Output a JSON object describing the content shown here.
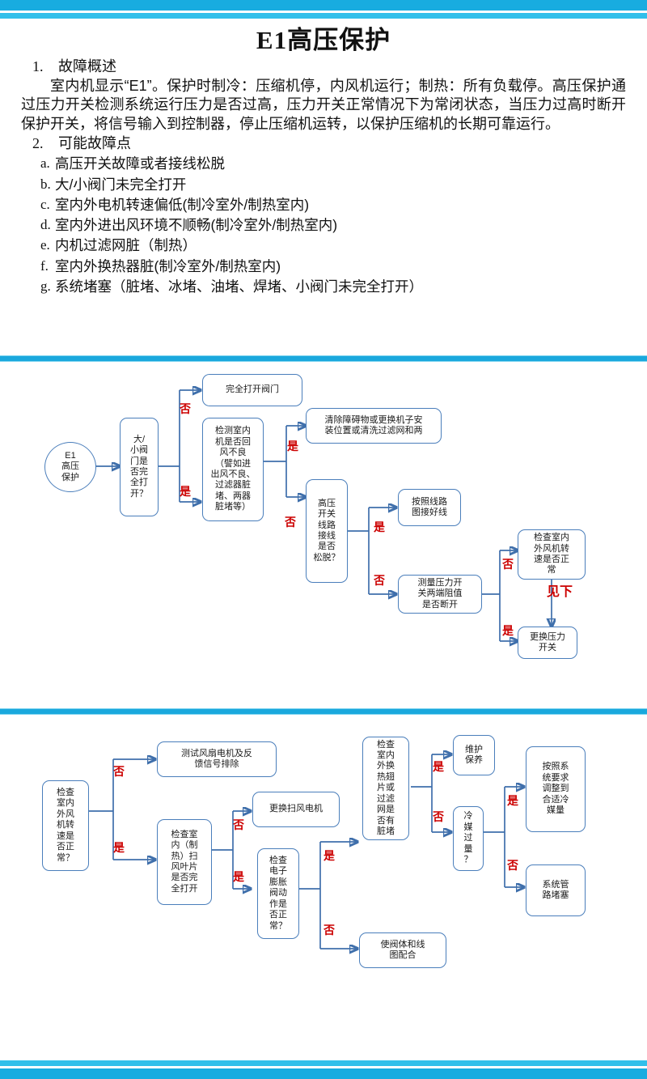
{
  "document": {
    "title": "E1高压保护",
    "accent_bar_color": "#18ace0",
    "accent_bar_light_color": "#31bfea",
    "node_border_color": "#4a7ebb",
    "branch_label_color": "#cc0000"
  },
  "sections": [
    {
      "number": "1.",
      "heading": "故障概述"
    },
    {
      "number": "2.",
      "heading": "可能故障点"
    }
  ],
  "overview_paragraph": "室内机显示“E1”。保护时制冷：压缩机停，内风机运行；制热：所有负载停。高压保护通过压力开关检测系统运行压力是否过高，压力开关正常情况下为常闭状态，当压力过高时断开保护开关，将信号输入到控制器，停止压缩机运转，以保护压缩机的长期可靠运行。",
  "fault_points": [
    {
      "marker": "a.",
      "text": "高压开关故障或者接线松脱"
    },
    {
      "marker": "b.",
      "text": "大/小阀门未完全打开"
    },
    {
      "marker": "c.",
      "text": "室内外电机转速偏低(制冷室外/制热室内)"
    },
    {
      "marker": "d.",
      "text": "室内外进出风环境不顺畅(制冷室外/制热室内)"
    },
    {
      "marker": "e.",
      "text": "内机过滤网脏（制热）"
    },
    {
      "marker": "f.",
      "text": "室内外换热器脏(制冷室外/制热室内)"
    },
    {
      "marker": "g.",
      "text": "系统堵塞（脏堵、冰堵、油堵、焊堵、小阀门未完全打开）"
    }
  ],
  "flowchart_1": {
    "nodes": [
      {
        "id": "start",
        "text": "E1\n高压\n保护"
      },
      {
        "id": "valve_open",
        "text": "大/\n小阀\n门是\n否完\n全打\n开？"
      },
      {
        "id": "open_valve",
        "text": "完全打开阀门"
      },
      {
        "id": "return_air",
        "text": "检测室内\n机是否回\n风不良\n（譬如进\n出风不良、\n过滤器脏\n堵、两器\n脏堵等）"
      },
      {
        "id": "clear_obstacle",
        "text": "清除障碍物或更换机子安\n装位置或清洗过滤网和两"
      },
      {
        "id": "switch_wiring",
        "text": "高压\n开关\n线路\n接线\n是否\n松脱？"
      },
      {
        "id": "rewire",
        "text": "按照线路\n图接好线"
      },
      {
        "id": "measure_resist",
        "text": "测量压力开\n关两端阻值\n是否断开"
      },
      {
        "id": "check_fan_speed",
        "text": "检查室内\n外风机转\n速是否正\n常"
      },
      {
        "id": "replace_switch",
        "text": "更换压力\n开关"
      }
    ],
    "branch_labels": [
      {
        "id": "b1",
        "text": "否"
      },
      {
        "id": "b2",
        "text": "是"
      },
      {
        "id": "b3",
        "text": "是"
      },
      {
        "id": "b4",
        "text": "否"
      },
      {
        "id": "b5",
        "text": "是"
      },
      {
        "id": "b6",
        "text": "否"
      },
      {
        "id": "b7",
        "text": "否"
      },
      {
        "id": "b8",
        "text": "是"
      },
      {
        "id": "b9",
        "text": "见下"
      }
    ]
  },
  "flowchart_2": {
    "nodes": [
      {
        "id": "fan_speed_ok",
        "text": "检查\n室内\n外风\n机转\n速是\n否正\n常？"
      },
      {
        "id": "test_fan_motor",
        "text": "测试风扇电机及反\n馈信号排除"
      },
      {
        "id": "swing_blade",
        "text": "检查室\n内（制\n热）扫\n风叶片\n是否完\n全打开"
      },
      {
        "id": "replace_swing",
        "text": "更换扫风电机"
      },
      {
        "id": "eev_action",
        "text": "检查\n电子\n膨胀\n阀动\n作是\n否正\n常？"
      },
      {
        "id": "valve_coil",
        "text": "使阀体和线\n图配合"
      },
      {
        "id": "fin_filter",
        "text": "检查\n室内\n外换\n热翅\n片或\n过滤\n网是\n否有\n脏堵"
      },
      {
        "id": "maintenance",
        "text": "维护\n保养"
      },
      {
        "id": "refrig_excess",
        "text": "冷\n媒\n过\n量\n？"
      },
      {
        "id": "adjust_charge",
        "text": "按照系\n统要求\n调整到\n合适冷\n媒量"
      },
      {
        "id": "pipe_block",
        "text": "系统管\n路堵塞"
      }
    ],
    "branch_labels": [
      {
        "id": "c1",
        "text": "否"
      },
      {
        "id": "c2",
        "text": "是"
      },
      {
        "id": "c3",
        "text": "否"
      },
      {
        "id": "c4",
        "text": "是"
      },
      {
        "id": "c5",
        "text": "是"
      },
      {
        "id": "c6",
        "text": "否"
      },
      {
        "id": "c7",
        "text": "是"
      },
      {
        "id": "c8",
        "text": "否"
      },
      {
        "id": "c9",
        "text": "是"
      },
      {
        "id": "c10",
        "text": "否"
      }
    ]
  }
}
